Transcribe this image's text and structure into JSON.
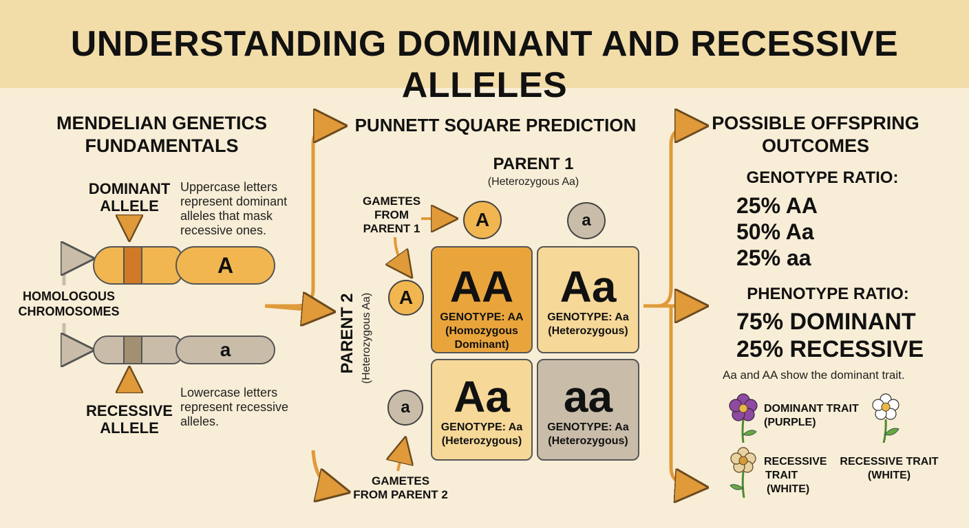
{
  "title": "UNDERSTANDING DOMINANT AND RECESSIVE ALLELES",
  "left": {
    "heading_line1": "MENDELIAN GENETICS",
    "heading_line2": "FUNDAMENTALS",
    "dominant_label_line1": "DOMINANT",
    "dominant_label_line2": "ALLELE",
    "dominant_desc_line1": "Uppercase letters",
    "dominant_desc_line2": "represent dominant",
    "dominant_desc_line3": "alleles that mask",
    "dominant_desc_line4": "recessive ones.",
    "dominant_letter": "A",
    "homologous_line1": "HOMOLOGOUS",
    "homologous_line2": "CHROMOSOMES",
    "recessive_letter": "a",
    "recessive_label_line1": "RECESSIVE",
    "recessive_label_line2": "ALLELE",
    "recessive_desc_line1": "Lowercase letters",
    "recessive_desc_line2": "represent recessive",
    "recessive_desc_line3": "alleles."
  },
  "middle": {
    "heading": "PUNNETT SQUARE PREDICTION",
    "parent1": "PARENT 1",
    "parent1_sub": "(Heterozygous Aa)",
    "parent2": "PARENT 2",
    "parent2_sub": "(Heterozygous Aa)",
    "gametes_p1_line1": "GAMETES",
    "gametes_p1_line2": "FROM",
    "gametes_p1_line3": "PARENT 1",
    "gametes_p2_line1": "GAMETES",
    "gametes_p2_line2": "FROM PARENT 2",
    "p1_gametes": [
      "A",
      "a"
    ],
    "p2_gametes": [
      "A",
      "a"
    ],
    "cells": [
      {
        "genotype": "AA",
        "label_line1": "GENOTYPE: AA",
        "label_line2": "(Homozygous",
        "label_line3": "Dominant)"
      },
      {
        "genotype": "Aa",
        "label_line1": "GENOTYPE: Aa",
        "label_line2": "(Heterozygous)",
        "label_line3": ""
      },
      {
        "genotype": "Aa",
        "label_line1": "GENOTYPE: Aa",
        "label_line2": "(Heterozygous)",
        "label_line3": ""
      },
      {
        "genotype": "aa",
        "label_line1": "GENOTYPE: Aa",
        "label_line2": "(Heterozygous)",
        "label_line3": ""
      }
    ]
  },
  "right": {
    "heading_line1": "POSSIBLE OFFSPRING",
    "heading_line2": "OUTCOMES",
    "genotype_heading": "GENOTYPE RATIO:",
    "genotype_ratios": [
      "25% AA",
      "50% Aa",
      "25% aa"
    ],
    "phenotype_heading": "PHENOTYPE RATIO:",
    "phenotype_ratios": [
      "75% DOMINANT",
      "25% RECESSIVE"
    ],
    "note": "Aa and AA show the dominant trait.",
    "legend": {
      "dominant_line1": "DOMINANT TRAIT",
      "dominant_line2": "(PURPLE)",
      "recessive_a_line1": "RECESSIVE",
      "recessive_a_line2": "TRAIT",
      "recessive_a_line3": "(WHITE)",
      "recessive_b_line1": "RECESSIVE TRAIT",
      "recessive_b_line2": "(WHITE)"
    }
  },
  "colors": {
    "background": "#f8edd6",
    "header": "#f2dca8",
    "dominant": "#f1b650",
    "dominant_dark": "#e9a53c",
    "light": "#f6d898",
    "recessive": "#c9bdaa",
    "arrow": "#e09a3a"
  }
}
